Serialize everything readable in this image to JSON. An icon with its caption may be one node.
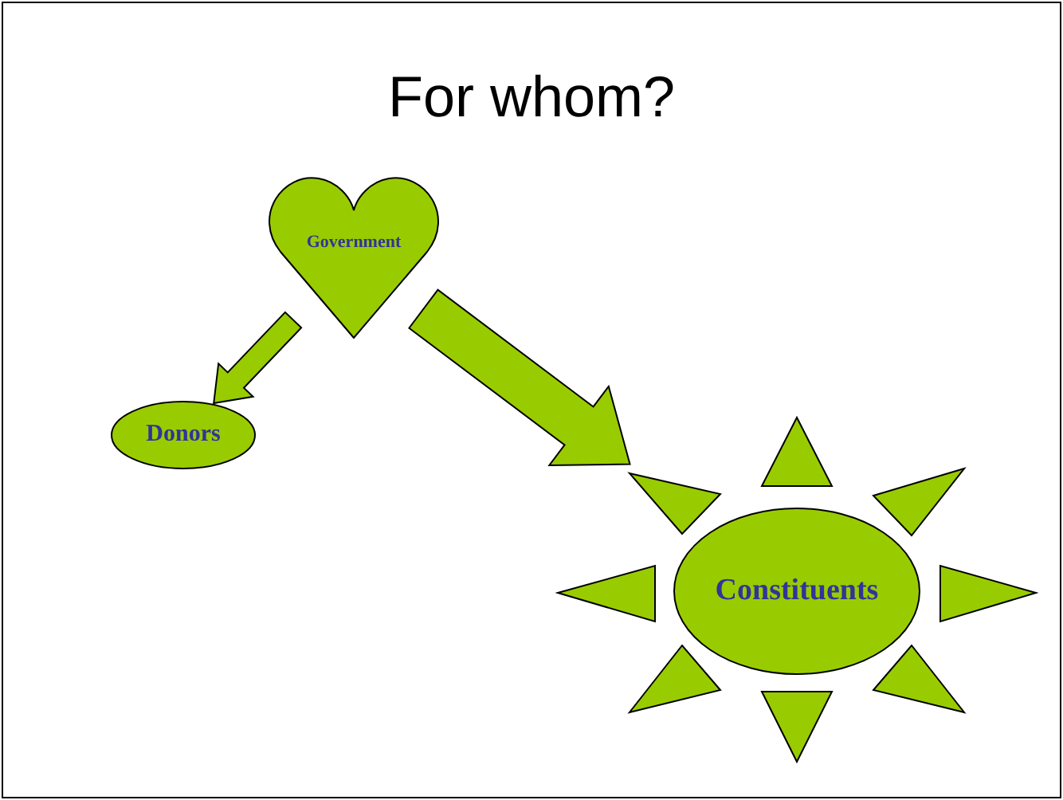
{
  "diagram": {
    "title": "For whom?",
    "nodes": [
      {
        "text": [
          "Government"
        ]
      },
      {
        "text": [
          "Donors"
        ]
      },
      {
        "text": [
          "Constituents"
        ]
      }
    ],
    "edges": [
      {
        "from": 0,
        "to": 1,
        "arrow": "to"
      },
      {
        "from": 0,
        "to": 2,
        "arrow": "to",
        "style": "thick"
      }
    ]
  }
}
